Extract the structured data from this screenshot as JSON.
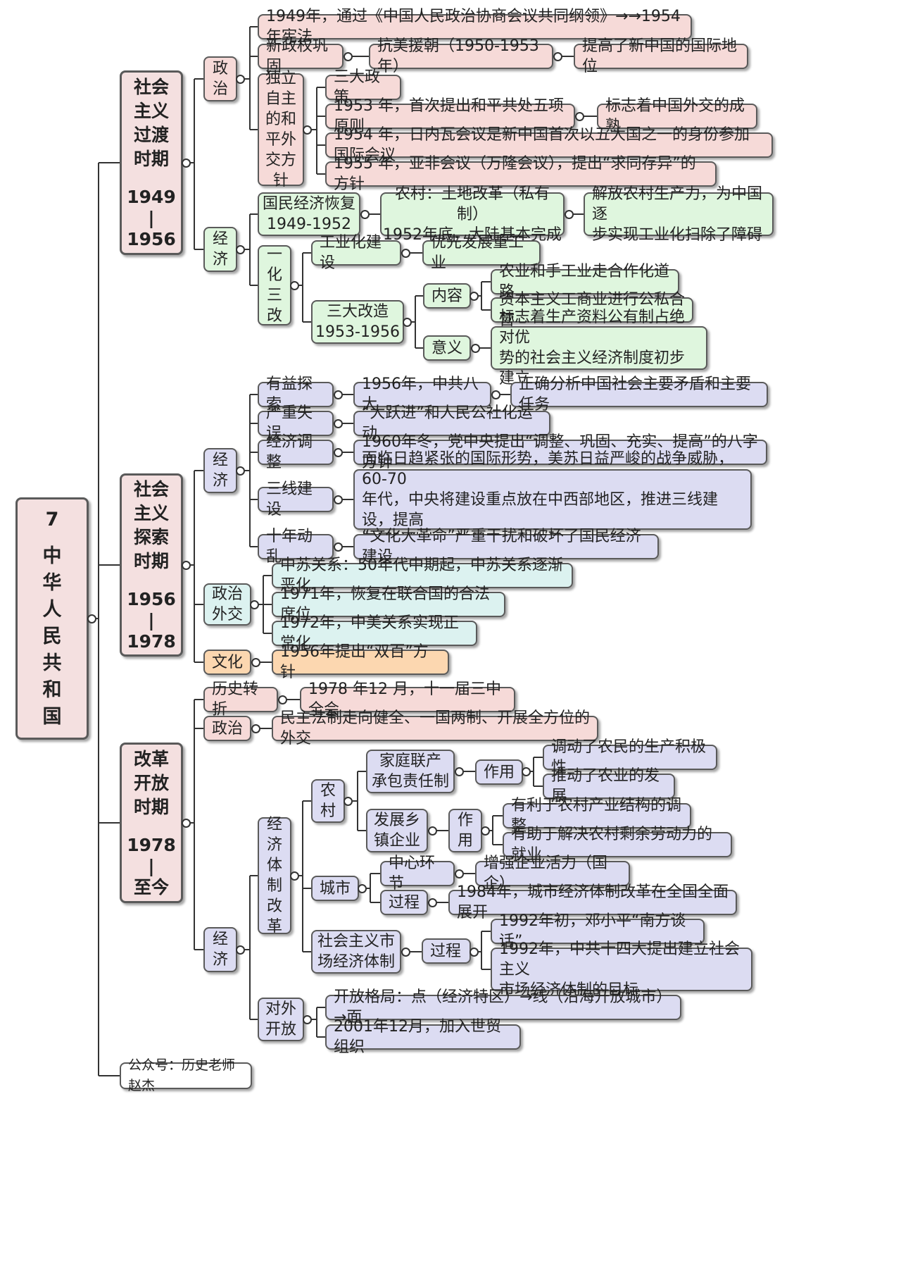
{
  "root": {
    "number": "7",
    "title": "中华人民共和国"
  },
  "periods": [
    {
      "name": "社会主义过渡时期",
      "years": "1949\n|\n1956"
    },
    {
      "name": "社会主义探索时期",
      "years": "1956\n|\n1978"
    },
    {
      "name": "改革开放时期",
      "years": "1978\n|\n至今"
    }
  ],
  "p1": {
    "politics": "政治",
    "constitution": "1949年，通过《中国人民政治协商会议共同纲领》→→1954年宪法",
    "consolidate": "新政权巩固",
    "korea": "抗美援朝（1950-1953年）",
    "intl_status": "提高了新中国的国际地位",
    "diplomacy": "独立自主的和平外交方针",
    "three_policies": "三大政策",
    "five_principles": "1953 年，首次提出和平共处五项原则",
    "diplomacy_mark": "标志着中国外交的成熟",
    "geneva": "1954 年，日内瓦会议是新中国首次以五大国之一的身份参加国际会议",
    "bandung": "1955 年，亚非会议（万隆会议），提出“求同存异”的方针",
    "economy": "经济",
    "recovery": "国民经济恢复\n1949-1952",
    "land_reform": "农村：土地改革（私有制）\n1952年底，大陆基本完成",
    "liberate": "解放农村生产力，为中国逐\n步实现工业化扫除了障碍",
    "yihua": "一化三改",
    "industrial": "工业化建设",
    "heavy": "优先发展重工业",
    "three_reforms": "三大改造\n1953-1956",
    "content": "内容",
    "coop": "农业和手工业走合作化道路",
    "capitalist": "资本主义工商业进行公私合营",
    "meaning": "意义",
    "meaning_text": "标志着生产资料公有制占绝对优\n势的社会主义经济制度初步建立"
  },
  "p2": {
    "economy": "经济",
    "useful": "有益探索",
    "eighth": "1956年，中共八大",
    "eighth_result": "正确分析中国社会主要矛盾和主要任务",
    "mistake": "严重失误",
    "leap": "“大跃进”和人民公社化运动",
    "adjust": "经济调整",
    "adjust_text": "1960年冬，党中央提出“调整、巩固、充实、提高”的八字方针",
    "third_front": "三线建设",
    "third_front_text": "面临日趋紧张的国际形势，美苏日益严峻的战争威胁，60-70\n年代，中央将建设重点放在中西部地区，推进三线建设，提高\n了国防能力，改善了工业布局",
    "turmoil": "十年动乱",
    "turmoil_text": "“文化大革命”严重干扰和破坏了国民经济建设",
    "politics": "政治外交",
    "sino_soviet": "中苏关系：50年代中期起，中苏关系逐渐恶化",
    "un_seat": "1971年，恢复在联合国的合法席位",
    "sino_us": "1972年，中美关系实现正常化",
    "culture": "文化",
    "double_hundred": "1956年提出“双百”方针"
  },
  "p3": {
    "turning": "历史转折",
    "plenum": "1978 年12 月，十一届三中全会",
    "politics": "政治",
    "politics_text": "民主法制走向健全、一国两制、开展全方位的外交",
    "economy": "经济",
    "reform": "经济体制改革",
    "rural": "农村",
    "household": "家庭联产\n承包责任制",
    "effect": "作用",
    "farmers": "调动了农民的生产积极性",
    "agri": "推动了农业的发展",
    "township": "发展乡\n镇企业",
    "effect2": "作用",
    "structure": "有利于农村产业结构的调整",
    "employment": "有助于解决农村剩余劳动力的就业",
    "city": "城市",
    "core": "中心环节",
    "vitality": "增强企业活力（国企）",
    "process": "过程",
    "city_reform": "1984年，城市经济体制改革在全国全面展开",
    "market": "社会主义市\n场经济体制",
    "process2": "过程",
    "south_talk": "1992年初，邓小平“南方谈话”",
    "fourteenth": "1992年，中共十四大提出建立社会主义\n市场经济体制的目标",
    "opening": "对外开放",
    "pattern": "开放格局：点（经济特区）→线（沿海开放城市）→面",
    "wto": "2001年12月，加入世贸组织"
  },
  "footer": "公众号：历史老师赵杰",
  "colors": {
    "pink": "#f6dad8",
    "green": "#dff6de",
    "purple": "#dcdcf2",
    "cyan": "#dcf2f0",
    "orange": "#fcd7b0",
    "line": "#333333"
  }
}
